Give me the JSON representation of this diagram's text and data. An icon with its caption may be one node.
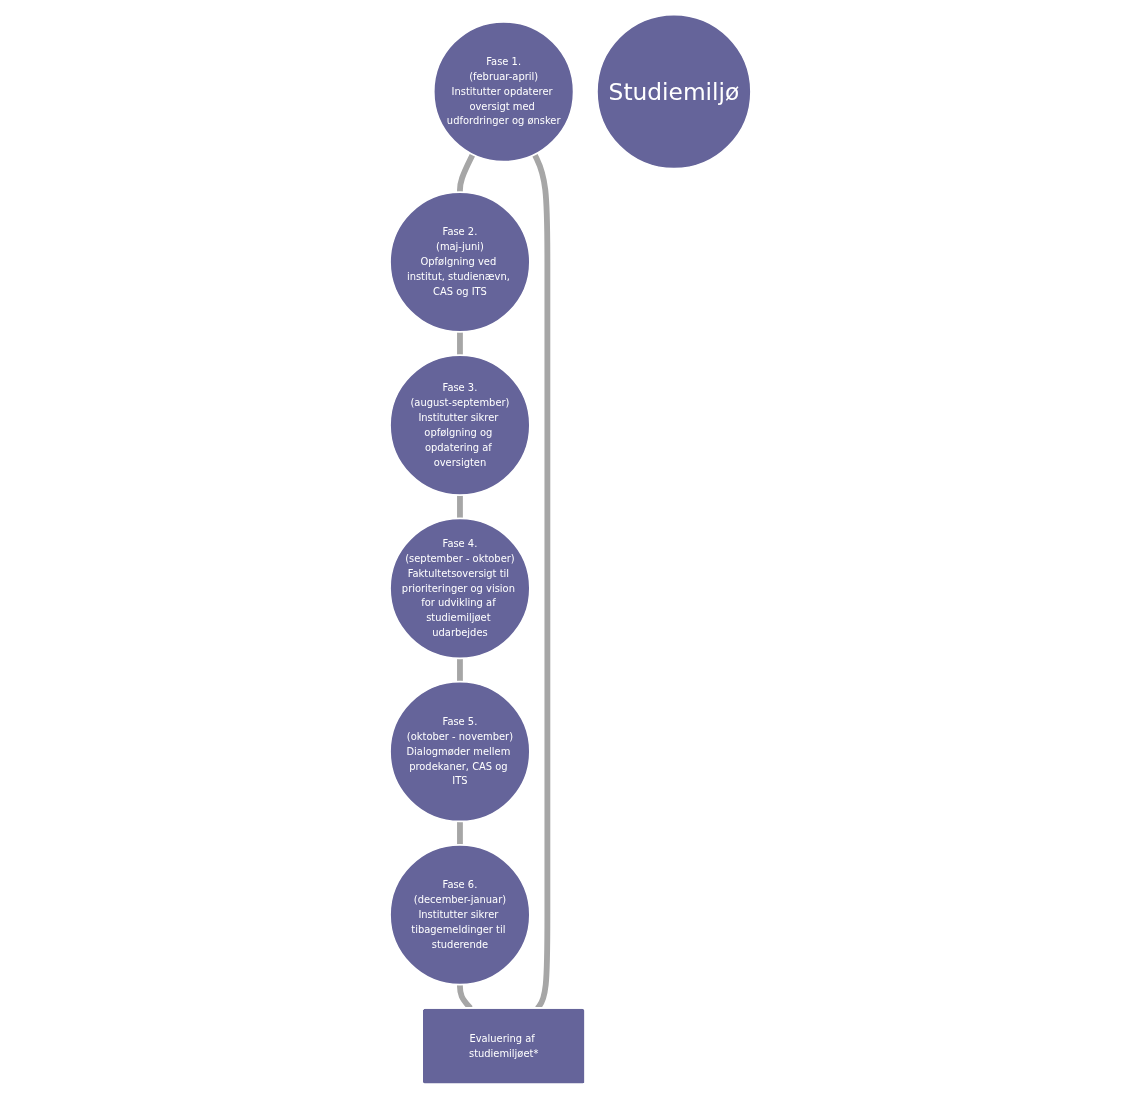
{
  "diagram": {
    "nodes": [
      {
        "text": [
          "Fase 1.",
          "(februar-april)",
          "Institutter opdaterer oversigt med udfordringer og ønsker"
        ]
      },
      {
        "text": [
          "Fase 2.",
          "(maj-juni)",
          "Opfølgning ved institut, studienævn, CAS og ITS"
        ]
      },
      {
        "text": [
          "Fase 3.",
          "(august-september)",
          "Institutter sikrer opfølgning og opdatering af oversigten"
        ]
      },
      {
        "text": [
          "Fase 4.",
          "(september - oktober)",
          "Faktultetsoversigt til prioriteringer og vision for udvikling af studiemiljøet udarbejdes"
        ]
      },
      {
        "text": [
          "Fase 5.",
          "(oktober - november)",
          "Dialogmøder mellem prodekaner, CAS og ITS"
        ]
      },
      {
        "text": [
          "Fase 6.",
          "(december-januar)",
          "Institutter sikrer tibagemeldinger til studerende"
        ]
      },
      {
        "text": [
          "Evaluering af studiemiljøet*"
        ]
      },
      {
        "text": [
          "Studiemiljø"
        ]
      }
    ],
    "edges": [
      {
        "from": 0,
        "to": 1,
        "arrow": "none"
      },
      {
        "from": 1,
        "to": 2,
        "arrow": "none"
      },
      {
        "from": 2,
        "to": 3,
        "arrow": "none"
      },
      {
        "from": 3,
        "to": 4,
        "arrow": "none"
      },
      {
        "from": 4,
        "to": 5,
        "arrow": "none"
      },
      {
        "from": 5,
        "to": 6,
        "arrow": "none"
      },
      {
        "from": 6,
        "to": 0,
        "arrow": "none"
      }
    ]
  }
}
